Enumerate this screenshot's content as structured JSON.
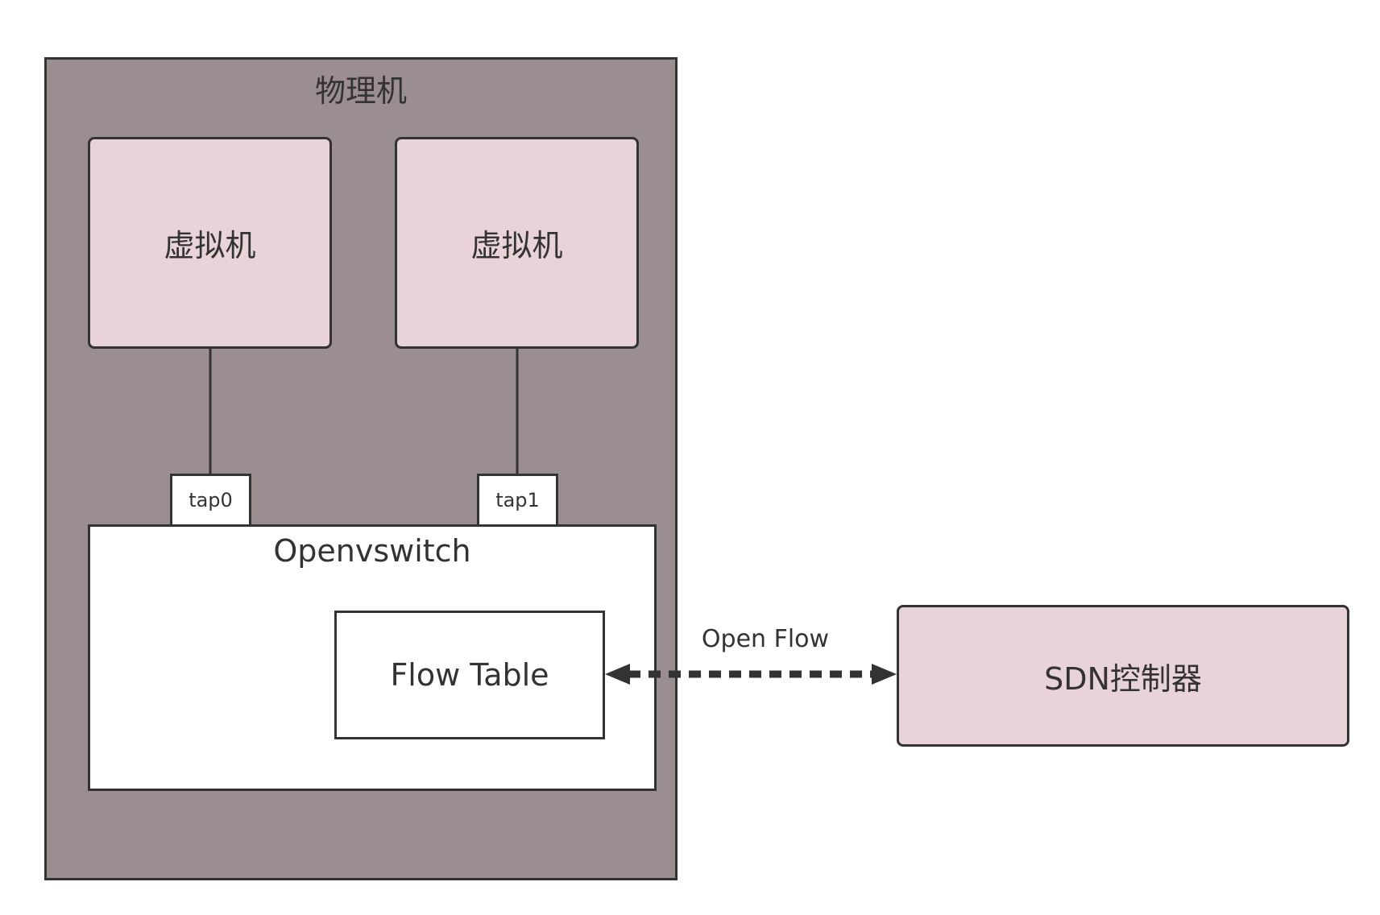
{
  "physical_machine": {
    "title": "物理机"
  },
  "vms": [
    {
      "label": "虚拟机"
    },
    {
      "label": "虚拟机"
    }
  ],
  "taps": [
    {
      "label": "tap0"
    },
    {
      "label": "tap1"
    }
  ],
  "openvswitch": {
    "title": "Openvswitch",
    "flow_table": "Flow Table"
  },
  "link": {
    "label": "Open Flow"
  },
  "sdn_controller": {
    "label": "SDN控制器"
  },
  "colors": {
    "physical_fill": "#9b8e91",
    "vm_fill": "#e8d3d8",
    "stroke": "#333333"
  }
}
